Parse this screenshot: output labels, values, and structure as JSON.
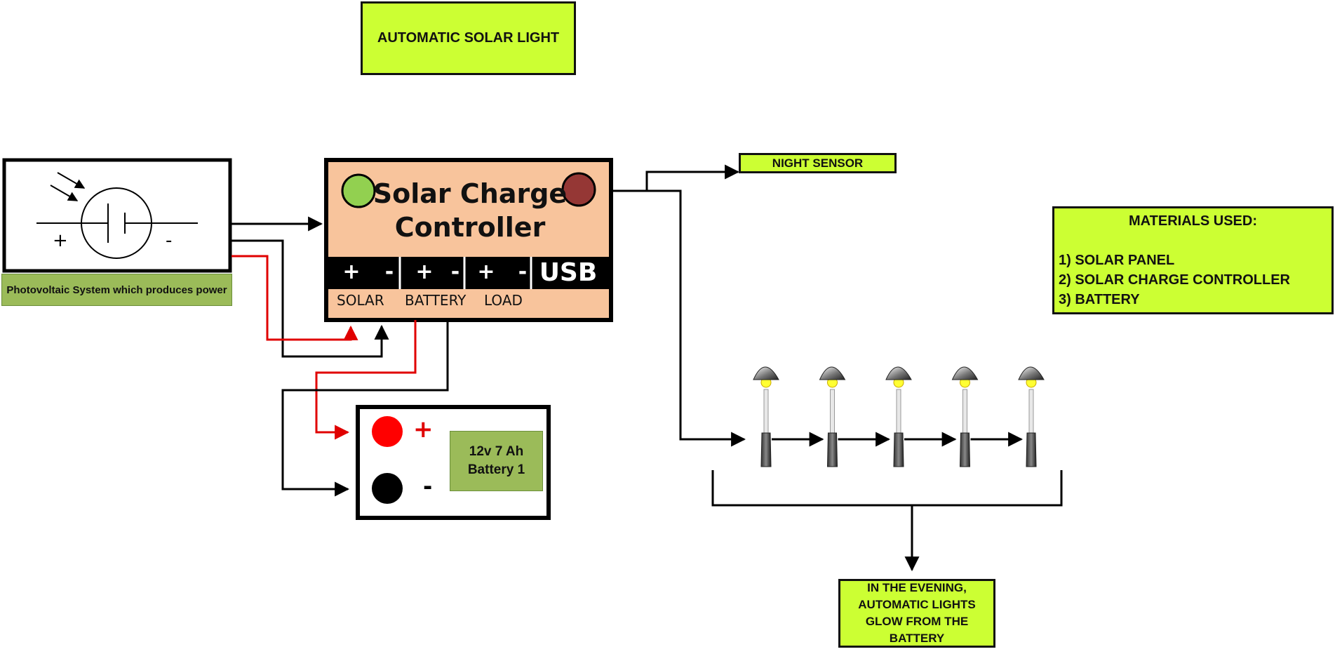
{
  "title": "AUTOMATIC SOLAR LIGHT",
  "night_sensor": "NIGHT SENSOR",
  "materials": {
    "heading": "MATERIALS  USED:",
    "items": [
      "1) SOLAR PANEL",
      "2) SOLAR CHARGE CONTROLLER",
      "3) BATTERY"
    ]
  },
  "evening_note": [
    "IN THE EVENING,",
    "AUTOMATIC LIGHTS",
    "GLOW FROM THE",
    "BATTERY"
  ],
  "pv_caption": "Photovoltaic System which produces power",
  "pv_symbols": {
    "plus": "+",
    "minus": "-"
  },
  "controller": {
    "title_line1": "Solar Charge",
    "title_line2": "Controller",
    "terminals": [
      "+",
      "-",
      "+",
      "-",
      "+",
      "-"
    ],
    "usb": "USB",
    "ports": [
      "SOLAR",
      "BATTERY",
      "LOAD"
    ]
  },
  "battery": {
    "label_line1": "12v 7 Ah",
    "label_line2": "Battery 1",
    "plus": "+",
    "minus": "-"
  },
  "lamps": {
    "count": 5
  },
  "colors": {
    "lime": "#ccff33",
    "olive_green": "#9bbb59",
    "controller_fill": "#f8c49c",
    "wire_red": "#e00000",
    "wire_black": "#000000",
    "led_green": "#92d050",
    "led_red": "#953735"
  }
}
